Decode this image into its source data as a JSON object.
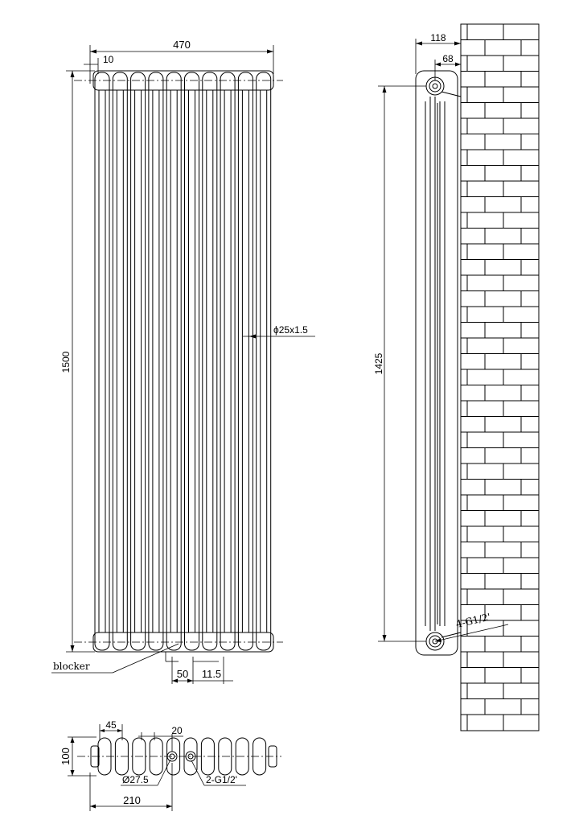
{
  "front_view": {
    "dim_width": "470",
    "dim_offset": "10",
    "dim_height": "1500",
    "dim_pipe": "ϕ25x1.5",
    "label_blocker": "blocker",
    "dim_spacing": "50",
    "dim_gap": "11.5"
  },
  "side_view": {
    "dim_depth": "118",
    "dim_wall_offset": "68",
    "dim_centers": "1425",
    "dim_connection": "4-G1/2'"
  },
  "bottom_view": {
    "dim_pitch": "45",
    "dim_small": "20",
    "dim_depth": "100",
    "dim_diameter": "Ø27.5",
    "dim_connection": "2-G1/2'",
    "dim_length": "210"
  }
}
